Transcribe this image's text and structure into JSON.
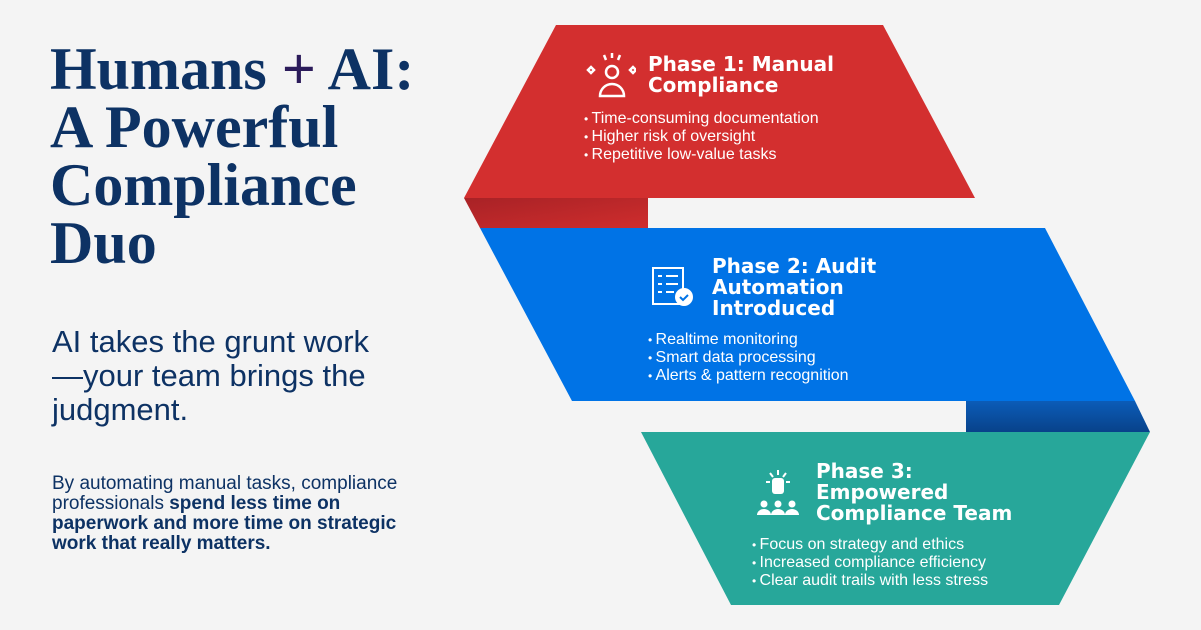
{
  "title": {
    "line1a": "Humans",
    "plus": "+",
    "line1b": "AI:",
    "line2": "A Powerful",
    "line3": "Compliance",
    "line4": "Duo"
  },
  "subtitle": "AI takes the grunt work—your team brings the judgment.",
  "paragraph": {
    "normal": "By automating manual tasks, compliance professionals ",
    "bold": "spend less time on paperwork and more time on strategic work that really matters."
  },
  "colors": {
    "phase1": "#d32f2f",
    "phase2": "#0073e6",
    "phase3": "#27a79a",
    "navy": "#0d3264"
  },
  "phases": [
    {
      "title": "Phase 1: Manual Compliance",
      "icon": "stressed-person-icon",
      "bullets": [
        "Time-consuming documentation",
        "Higher risk of oversight",
        "Repetitive low-value tasks"
      ]
    },
    {
      "title": "Phase 2: Audit Automation Introduced",
      "icon": "checklist-gear-icon",
      "bullets": [
        "Realtime monitoring",
        "Smart data processing",
        "Alerts & pattern recognition"
      ]
    },
    {
      "title": "Phase 3: Empowered Compliance Team",
      "icon": "team-raised-hand-icon",
      "bullets": [
        "Focus on strategy and ethics",
        "Increased compliance efficiency",
        "Clear audit trails with less stress"
      ]
    }
  ]
}
